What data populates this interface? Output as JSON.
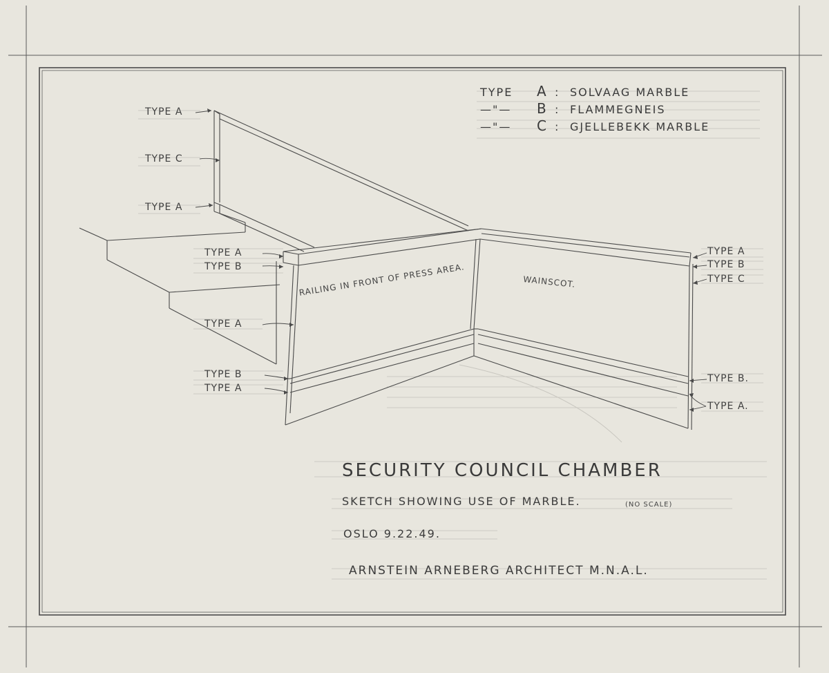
{
  "legend": {
    "rows": [
      {
        "key": "TYPE",
        "letter": "A",
        "sep": ":",
        "desc": "SOLVAAG MARBLE"
      },
      {
        "key": "—\"—",
        "letter": "B",
        "sep": ":",
        "desc": "FLAMMEGNEIS"
      },
      {
        "key": "—\"—",
        "letter": "C",
        "sep": ":",
        "desc": "GJELLEBEKK MARBLE"
      }
    ]
  },
  "labels": {
    "left_top_a": "TYPE A",
    "left_c": "TYPE C",
    "left_mid_a": "TYPE A",
    "rail_a": "TYPE A",
    "rail_b": "TYPE B",
    "stair_a": "TYPE A",
    "base_b_left": "TYPE B",
    "base_a_left": "TYPE A",
    "right_a": "TYPE A",
    "right_b": "TYPE B",
    "right_c": "TYPE C",
    "right_base_b": "TYPE B.",
    "right_base_a": "TYPE A."
  },
  "notes": {
    "railing": "RAILING IN FRONT OF PRESS AREA.",
    "wainscot": "WAINSCOT."
  },
  "title_block": {
    "title": "SECURITY COUNCIL CHAMBER",
    "subtitle": "SKETCH SHOWING USE OF MARBLE.",
    "scale": "(NO SCALE)",
    "place_date": "OSLO   9.22.49.",
    "architect": "ARNSTEIN ARNEBERG   ARCHITECT M.N.A.L."
  },
  "colors": {
    "paper": "#e8e6de",
    "pencil": "#4a4a4a",
    "faint": "#b9b7b0"
  }
}
